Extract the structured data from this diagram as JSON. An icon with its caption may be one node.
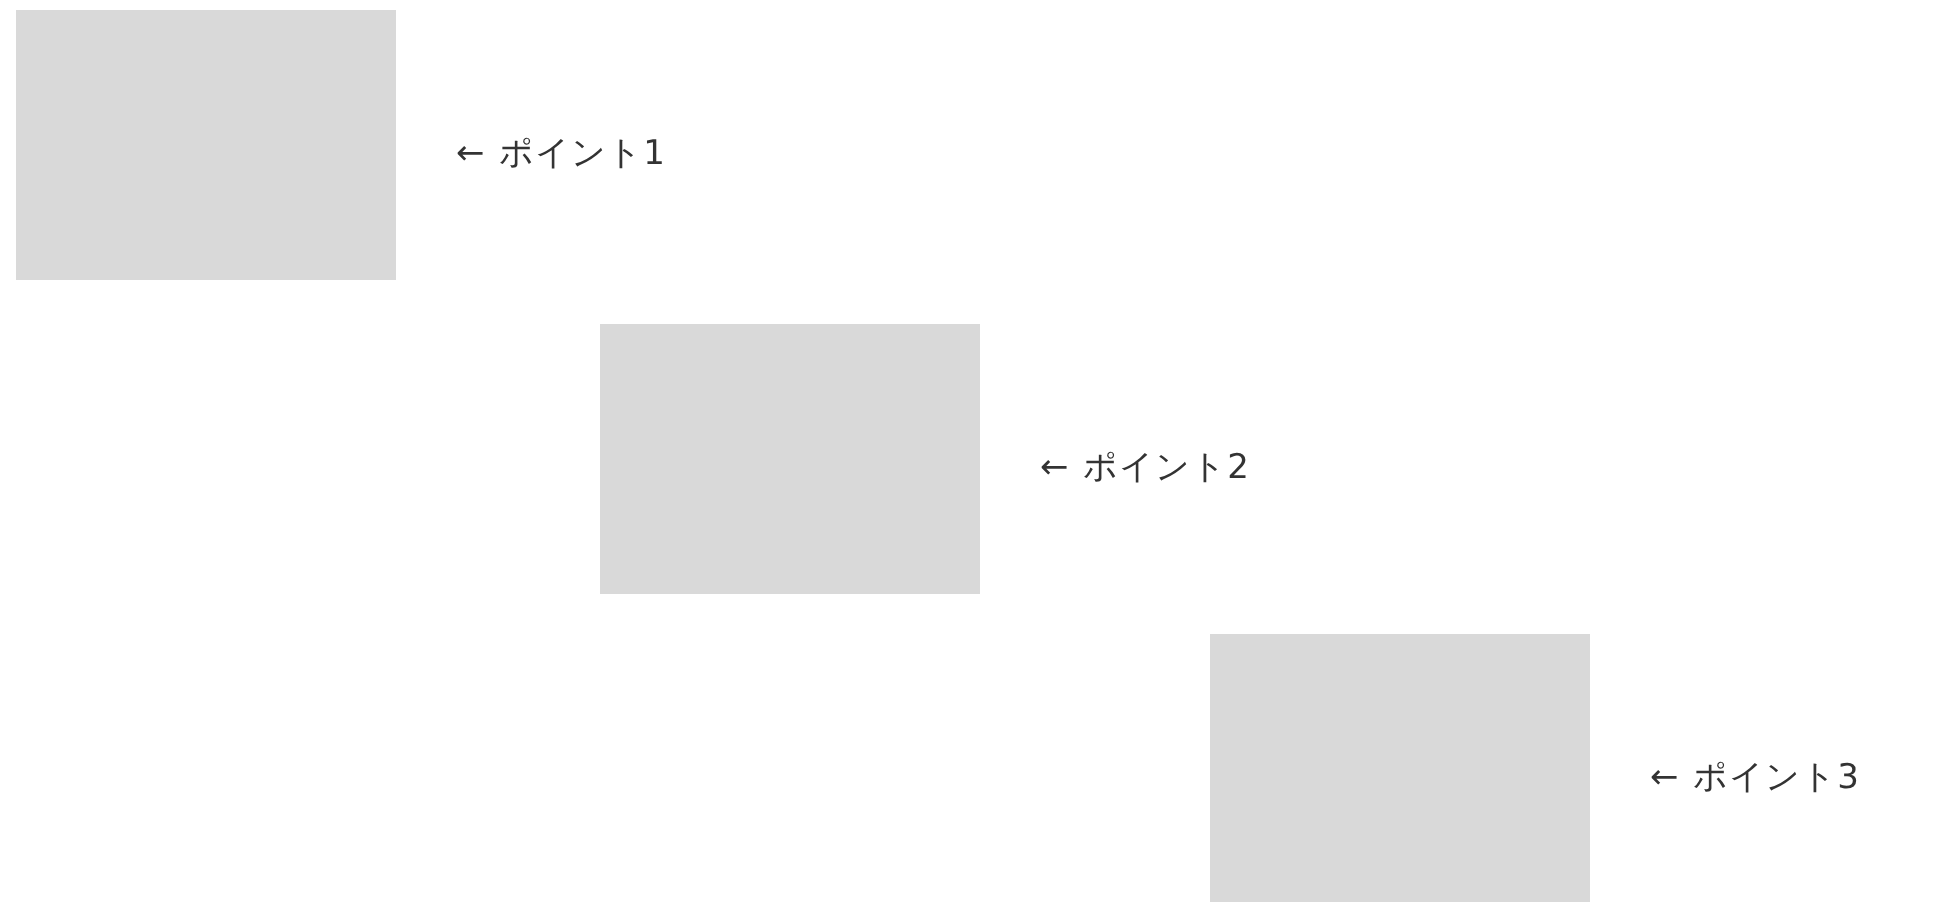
{
  "diagram": {
    "nodes": [
      {
        "text": [],
        "shape": "box",
        "beside": [
          "← ポイント1"
        ]
      },
      {
        "text": [],
        "shape": "box",
        "beside": [
          "← ポイント2"
        ]
      },
      {
        "text": [],
        "shape": "box",
        "beside": [
          "← ポイント3"
        ]
      }
    ]
  }
}
